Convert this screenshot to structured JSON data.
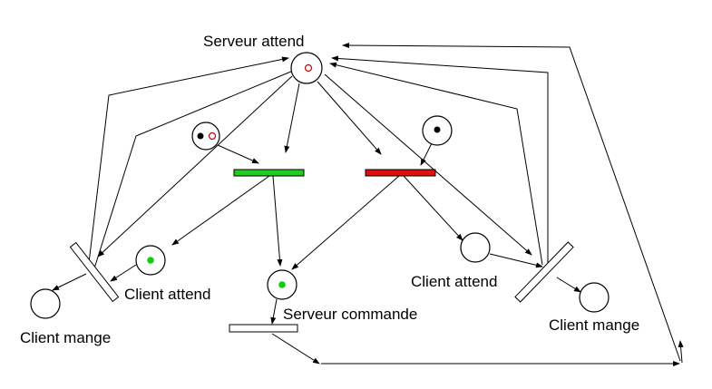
{
  "labels": {
    "server_waits": "Serveur attend",
    "client_waits_left": "Client attend",
    "client_waits_right": "Client attend",
    "client_eats_left": "Client mange",
    "client_eats_right": "Client mange",
    "server_orders": "Serveur commande"
  },
  "colors": {
    "transition_enabled": "#22cc22",
    "transition_blocked": "#dd1111",
    "token_green": "#11cc11",
    "token_black": "#000000",
    "token_red_hollow": "#cc0000"
  }
}
